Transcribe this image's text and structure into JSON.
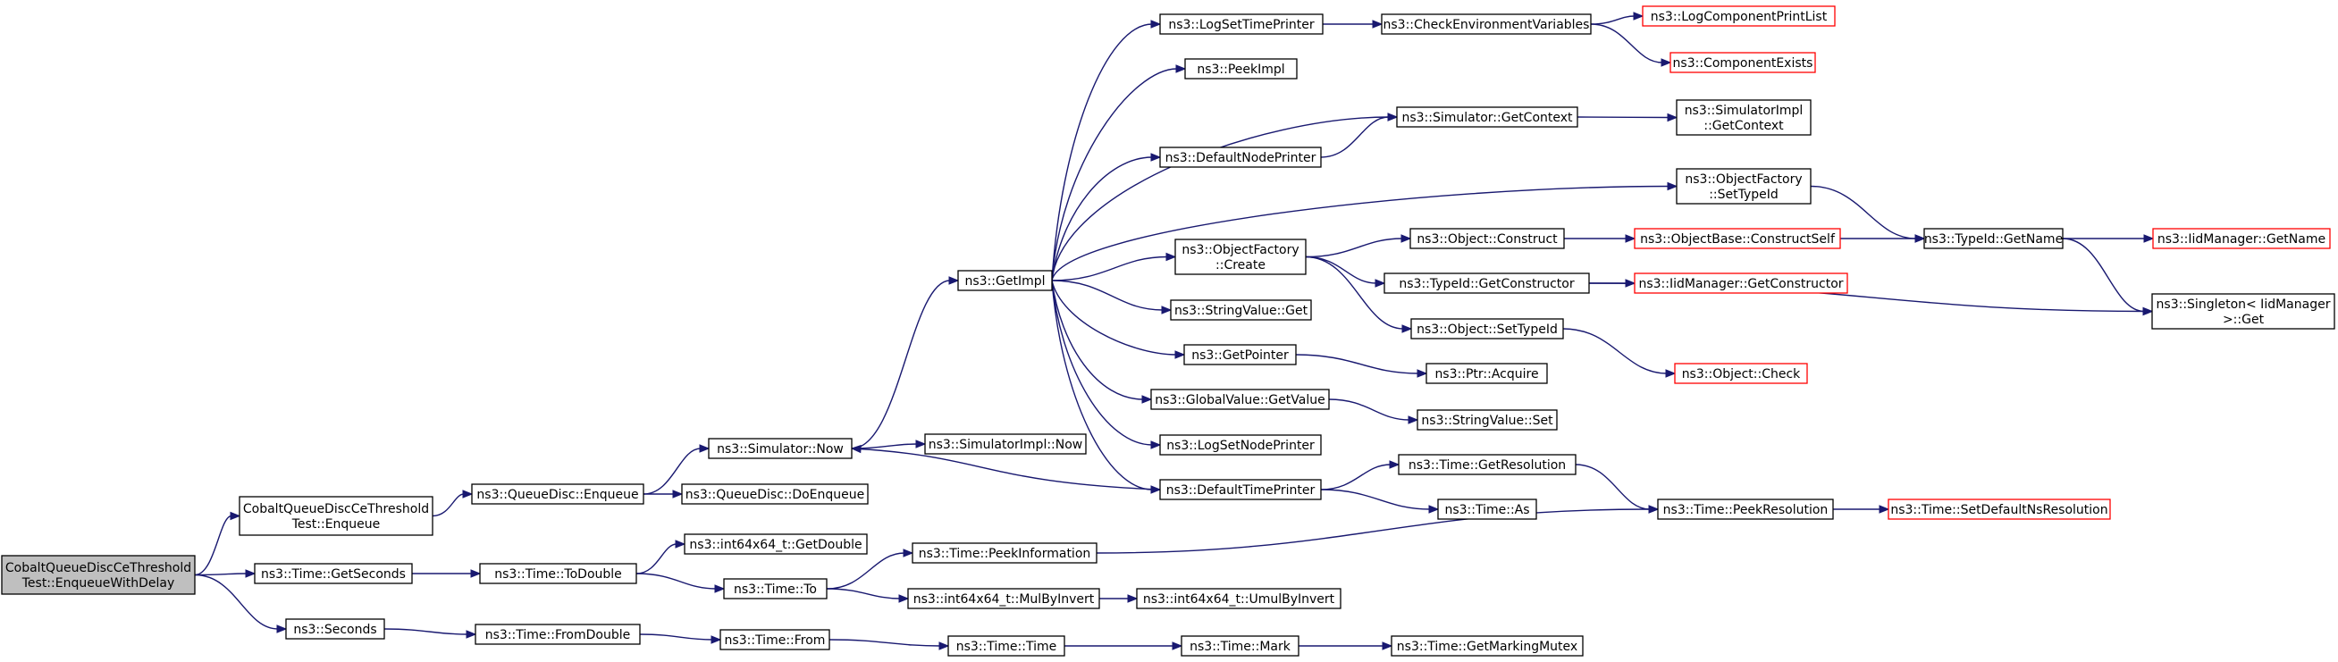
{
  "nodes": {
    "root": "CobaltQueueDiscCeThreshold\nTest::EnqueueWithDelay",
    "enqueue": "CobaltQueueDiscCeThreshold\nTest::Enqueue",
    "getSeconds": "ns3::Time::GetSeconds",
    "seconds": "ns3::Seconds",
    "qdEnqueue": "ns3::QueueDisc::Enqueue",
    "toDouble": "ns3::Time::ToDouble",
    "fromDouble": "ns3::Time::FromDouble",
    "simNow": "ns3::Simulator::Now",
    "doEnqueue": "ns3::QueueDisc::DoEnqueue",
    "getDouble": "ns3::int64x64_t::GetDouble",
    "timeTo": "ns3::Time::To",
    "timeFrom": "ns3::Time::From",
    "getImpl": "ns3::GetImpl",
    "simImplNow": "ns3::SimulatorImpl::Now",
    "peekInfo": "ns3::Time::PeekInformation",
    "mulByInvert": "ns3::int64x64_t::MulByInvert",
    "timeTime": "ns3::Time::Time",
    "logSetTime": "ns3::LogSetTimePrinter",
    "peekImpl": "ns3::PeekImpl",
    "defNodePrinter": "ns3::DefaultNodePrinter",
    "objFactCreate": "ns3::ObjectFactory\n::Create",
    "stringGet": "ns3::StringValue::Get",
    "getPointer": "ns3::GetPointer",
    "globalGetValue": "ns3::GlobalValue::GetValue",
    "logSetNode": "ns3::LogSetNodePrinter",
    "defTimePrinter": "ns3::DefaultTimePrinter",
    "umulByInvert": "ns3::int64x64_t::UmulByInvert",
    "timeMark": "ns3::Time::Mark",
    "checkEnv": "ns3::CheckEnvironmentVariables",
    "simGetContext": "ns3::Simulator::GetContext",
    "objConstruct": "ns3::Object::Construct",
    "getConstructor": "ns3::TypeId::GetConstructor",
    "objSetTypeId": "ns3::Object::SetTypeId",
    "ptrAcquire": "ns3::Ptr::Acquire",
    "stringSet": "ns3::StringValue::Set",
    "getResolution": "ns3::Time::GetResolution",
    "timeAs": "ns3::Time::As",
    "getMarkingMutex": "ns3::Time::GetMarkingMutex",
    "logCompPrint": "ns3::LogComponentPrintList",
    "compExists": "ns3::ComponentExists",
    "simImplGetContext": "ns3::SimulatorImpl\n::GetContext",
    "ofSetTypeId": "ns3::ObjectFactory\n::SetTypeId",
    "obConstructSelf": "ns3::ObjectBase::ConstructSelf",
    "iidGetConstructor": "ns3::IidManager::GetConstructor",
    "objCheck": "ns3::Object::Check",
    "peekResolution": "ns3::Time::PeekResolution",
    "typeIdGetName": "ns3::TypeId::GetName",
    "setDefaultNs": "ns3::Time::SetDefaultNsResolution",
    "iidGetName": "ns3::IidManager::GetName",
    "singletonGet": "ns3::Singleton< IidManager\n >::Get"
  },
  "truncated_nodes": [
    "logCompPrint",
    "compExists",
    "obConstructSelf",
    "iidGetConstructor",
    "objCheck",
    "setDefaultNs",
    "iidGetName"
  ],
  "colors": {
    "edge": "#191970",
    "truncated_border": "#ff0000",
    "root_fill": "#bfbfbf",
    "node_border": "#000000"
  }
}
